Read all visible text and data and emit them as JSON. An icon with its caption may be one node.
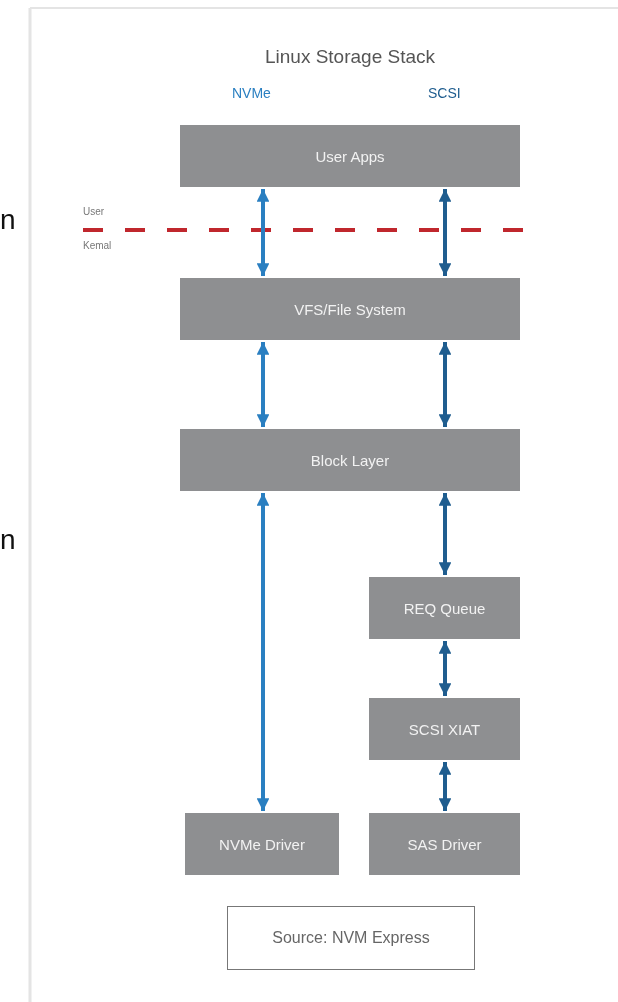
{
  "diagram": {
    "title": "Linux Storage Stack",
    "nodes": [
      {
        "text": [
          "User Apps"
        ]
      },
      {
        "text": [
          "VFS/File System"
        ]
      },
      {
        "text": [
          "Block Layer"
        ]
      },
      {
        "text": [
          "REQ Queue"
        ]
      },
      {
        "text": [
          "SCSI XIAT"
        ]
      },
      {
        "text": [
          "NVMe Driver"
        ]
      },
      {
        "text": [
          "SAS Driver"
        ]
      },
      {
        "text": [
          "Source: NVM Express"
        ]
      }
    ],
    "edges": [
      {
        "from": 0,
        "to": 1,
        "arrow": "both",
        "color": "#2a7fc1"
      },
      {
        "from": 0,
        "to": 1,
        "arrow": "both"
      },
      {
        "from": 1,
        "to": 2,
        "arrow": "both",
        "color": "#2a7fc1"
      },
      {
        "from": 1,
        "to": 2,
        "arrow": "both"
      },
      {
        "from": 2,
        "to": 5,
        "arrow": "both",
        "color": "#2a7fc1"
      },
      {
        "from": 2,
        "to": 3,
        "arrow": "both"
      },
      {
        "from": 3,
        "to": 4,
        "arrow": "both"
      },
      {
        "from": 4,
        "to": 6,
        "arrow": "both"
      }
    ],
    "labels": [
      "n",
      "NVMe",
      "SCSI",
      "User",
      "Kemal",
      "n"
    ]
  }
}
